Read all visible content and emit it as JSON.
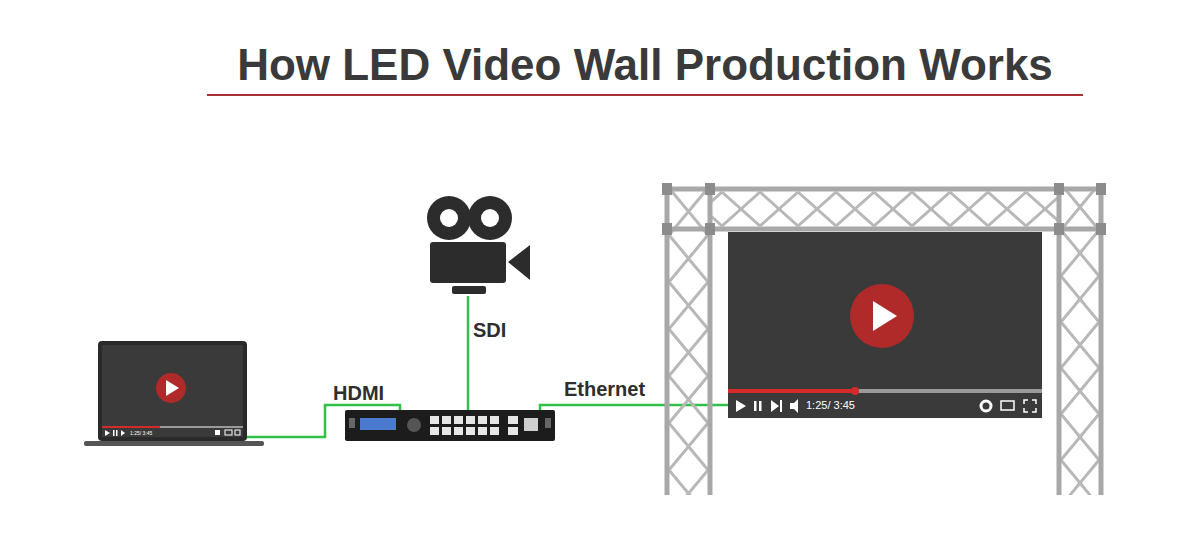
{
  "diagram": {
    "title": "How LED Video Wall Production Works",
    "labels": [
      "SDI",
      "HDMI",
      "Ethernet",
      "1:25/ 3:45",
      "1:25/ 3:45"
    ]
  }
}
